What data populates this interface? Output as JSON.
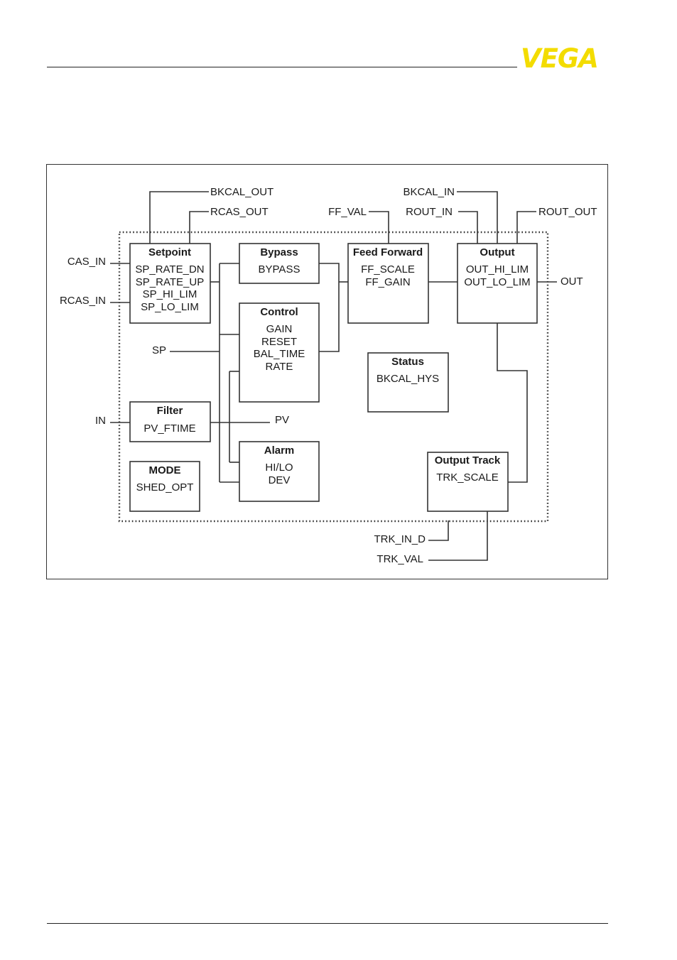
{
  "header": {
    "logo_text": "VEGA",
    "brand_color": "#f3dc00"
  },
  "diagram": {
    "signals": {
      "bkcal_out": "BKCAL_OUT",
      "rcas_out": "RCAS_OUT",
      "ff_val": "FF_VAL",
      "bkcal_in": "BKCAL_IN",
      "rout_in": "ROUT_IN",
      "rout_out": "ROUT_OUT",
      "cas_in": "CAS_IN",
      "rcas_in": "RCAS_IN",
      "out": "OUT",
      "sp": "SP",
      "in": "IN",
      "pv": "PV",
      "trk_in_d": "TRK_IN_D",
      "trk_val": "TRK_VAL"
    },
    "blocks": {
      "setpoint": {
        "title": "Setpoint",
        "params": [
          "SP_RATE_DN",
          "SP_RATE_UP",
          "SP_HI_LIM",
          "SP_LO_LIM"
        ]
      },
      "bypass": {
        "title": "Bypass",
        "params": [
          "BYPASS"
        ]
      },
      "feed_forward": {
        "title": "Feed Forward",
        "params": [
          "FF_SCALE",
          "FF_GAIN"
        ]
      },
      "output": {
        "title": "Output",
        "params": [
          "OUT_HI_LIM",
          "OUT_LO_LIM"
        ]
      },
      "control": {
        "title": "Control",
        "params": [
          "GAIN",
          "RESET",
          "BAL_TIME",
          "RATE"
        ]
      },
      "status": {
        "title": "Status",
        "params": [
          "BKCAL_HYS"
        ]
      },
      "filter": {
        "title": "Filter",
        "params": [
          "PV_FTIME"
        ]
      },
      "alarm": {
        "title": "Alarm",
        "params": [
          "HI/LO",
          "DEV"
        ]
      },
      "mode": {
        "title": "MODE",
        "params": [
          "SHED_OPT"
        ]
      },
      "output_track": {
        "title": "Output Track",
        "params": [
          "TRK_SCALE"
        ]
      }
    }
  }
}
